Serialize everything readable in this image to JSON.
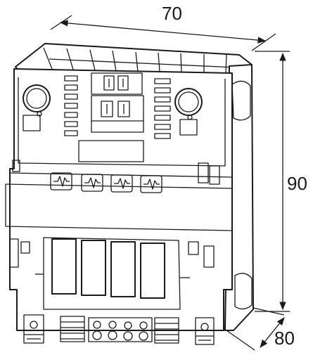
{
  "dimensions": {
    "width": "70",
    "height": "90",
    "depth": "80"
  }
}
